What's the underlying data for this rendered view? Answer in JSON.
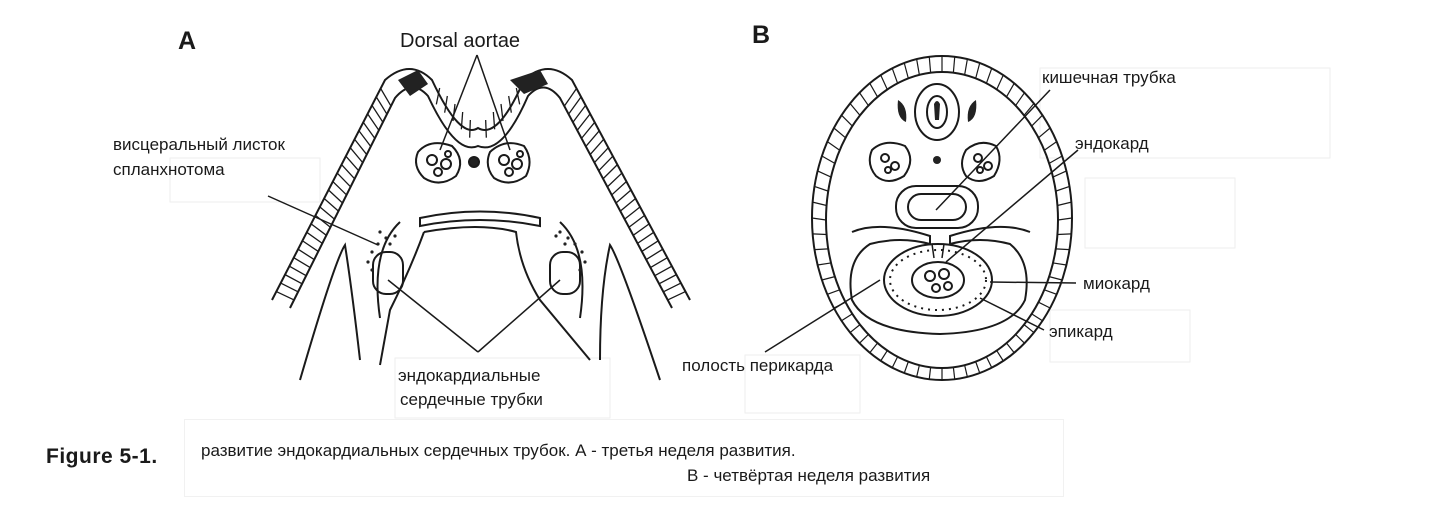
{
  "panels": {
    "a": "A",
    "b": "B"
  },
  "labels": {
    "dorsal_aortae": "Dorsal aortae",
    "visceral_layer": [
      "висцеральный листок",
      "спланхнотома"
    ],
    "endocardial_tubes": [
      "эндокардиальные",
      "сердечные трубки"
    ],
    "gut_tube": "кишечная трубка",
    "endocardium": "эндокард",
    "myocardium": "миокард",
    "epicardium": "эпикард",
    "pericardial_cavity": "полость перикарда"
  },
  "caption": {
    "figure": "Figure 5-1.",
    "line1": "развитие эндокардиальных сердечных трубок. А - третья неделя развития.",
    "line2": "В - четвёртая неделя развития"
  }
}
